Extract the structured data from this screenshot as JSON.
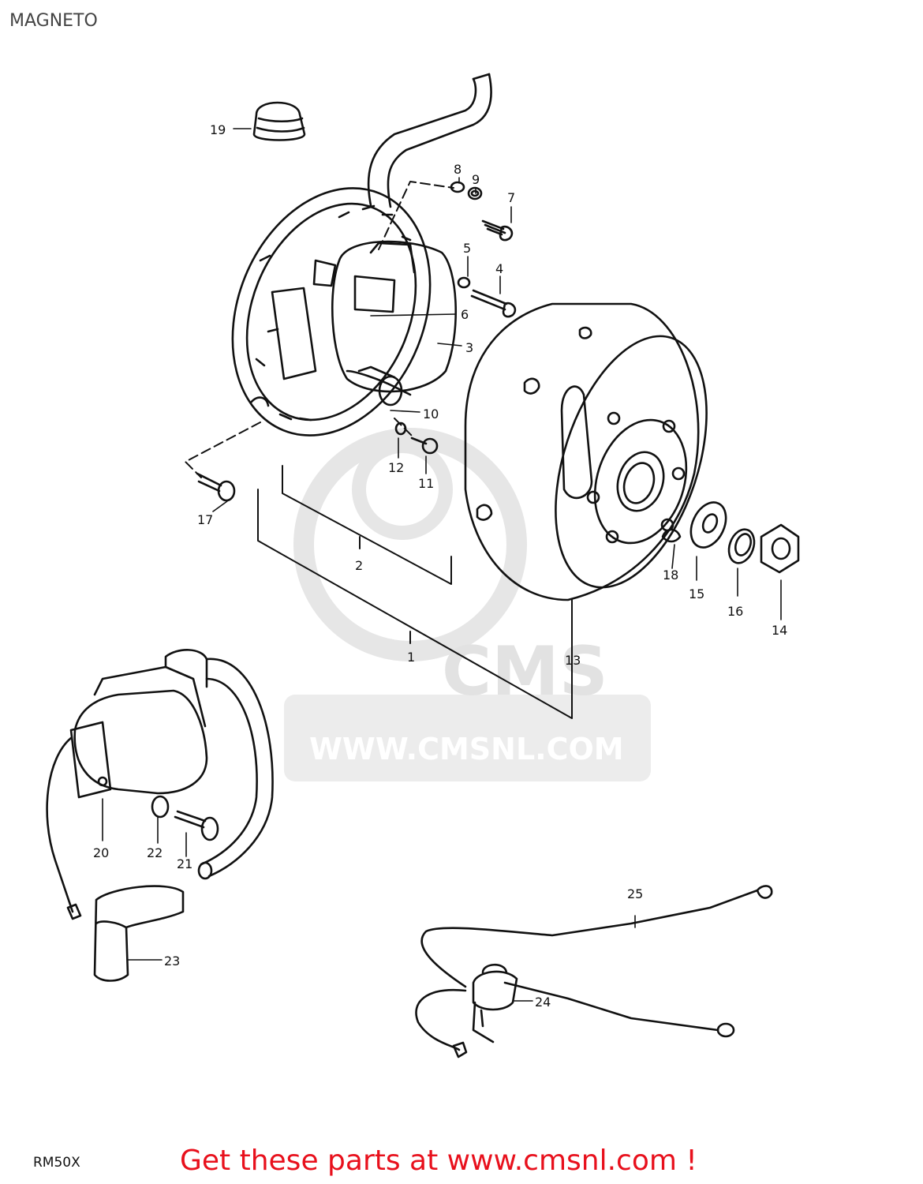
{
  "header": {
    "title": "MAGNETO"
  },
  "watermark": {
    "logo_text": "CMS",
    "url_text": "WWW.CMSNL.COM"
  },
  "callouts": [
    "1",
    "2",
    "3",
    "4",
    "5",
    "6",
    "7",
    "8",
    "9",
    "10",
    "11",
    "12",
    "13",
    "14",
    "15",
    "16",
    "17",
    "18",
    "19",
    "20",
    "21",
    "22",
    "23",
    "24",
    "25"
  ],
  "footer": {
    "model_code": "RM50X",
    "link_text": "Get these parts at www.cmsnl.com !"
  },
  "colors": {
    "link": "#e8101c",
    "ink": "#111111",
    "watermark": "#e6e6e6"
  }
}
